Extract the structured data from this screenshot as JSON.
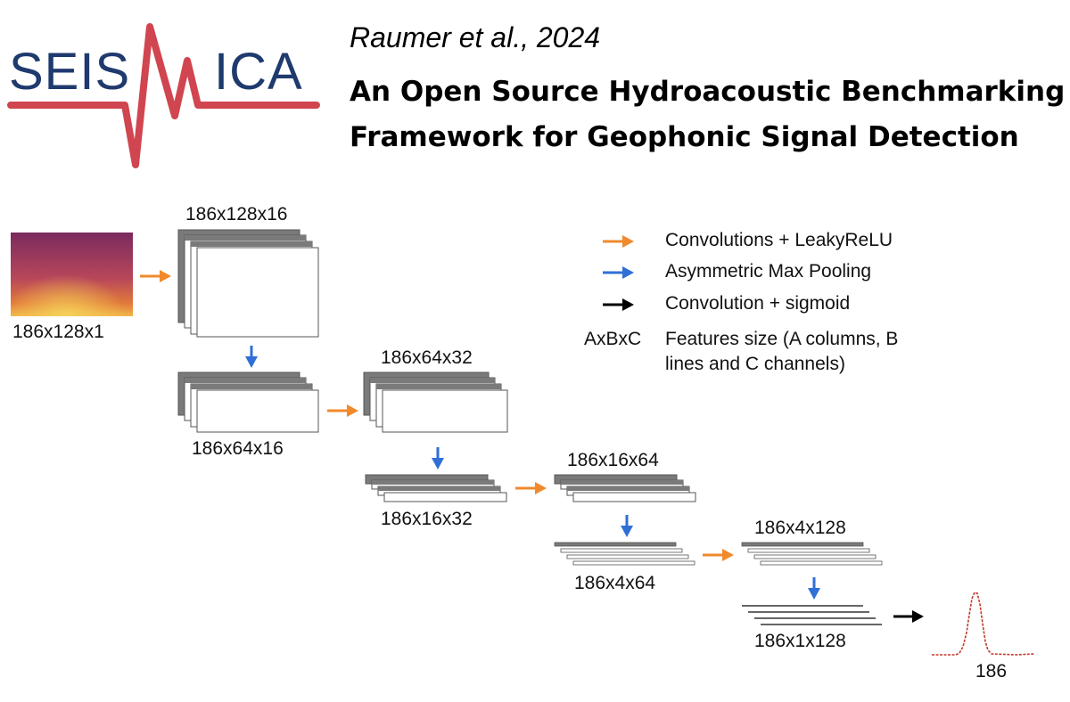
{
  "header": {
    "logo_text_left": "SEIS",
    "logo_text_right": "ICA",
    "logo_colors": {
      "text": "#1f3a6e",
      "waveform": "#d0454f"
    },
    "reference": "Raumer et al., 2024",
    "title_lines": [
      "An Open Source Hydroacoustic Benchmarking",
      "Framework for Geophonic Signal Detection"
    ]
  },
  "diagram": {
    "arrow_colors": {
      "conv": "#f08a2c",
      "pool": "#2f6fd6",
      "sigmoid": "#000000"
    },
    "feature_labels": {
      "input": "186x128x1",
      "b1": "186x128x16",
      "b2": "186x64x16",
      "b3": "186x64x32",
      "b4": "186x16x32",
      "b5": "186x16x64",
      "b6": "186x4x64",
      "b7": "186x4x128",
      "b8": "186x1x128",
      "output": "186"
    },
    "legend": {
      "conv": "Convolutions + LeakyReLU",
      "pool": "Asymmetric Max Pooling",
      "sigmoid": "Convolution + sigmoid",
      "key": "AxBxC",
      "key_desc_1": "Features size (A columns, B",
      "key_desc_2": "lines and C channels)"
    }
  }
}
